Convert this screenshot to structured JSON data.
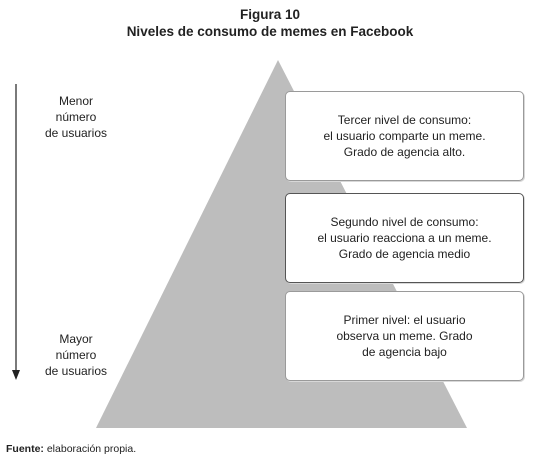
{
  "figure": {
    "number": "Figura 10",
    "title": "Niveles de consumo de memes en Facebook"
  },
  "arrow_labels": {
    "top": "Menor\nnúmero\nde usuarios",
    "bottom": "Mayor\nnúmero\nde usuarios"
  },
  "levels": [
    {
      "text": "Tercer nivel de consumo:\nel usuario comparte un meme.\nGrado de agencia alto."
    },
    {
      "text": "Segundo nivel de consumo:\nel usuario reacciona a un meme.\nGrado de agencia medio"
    },
    {
      "text": "Primer nivel: el usuario\nobserva un meme. Grado\nde agencia bajo"
    }
  ],
  "source": {
    "label": "Fuente:",
    "text": " elaboración propia."
  },
  "colors": {
    "pyramid": "#bdbdbd",
    "arrow": "#222222",
    "box_border": "#9a9a9a"
  }
}
